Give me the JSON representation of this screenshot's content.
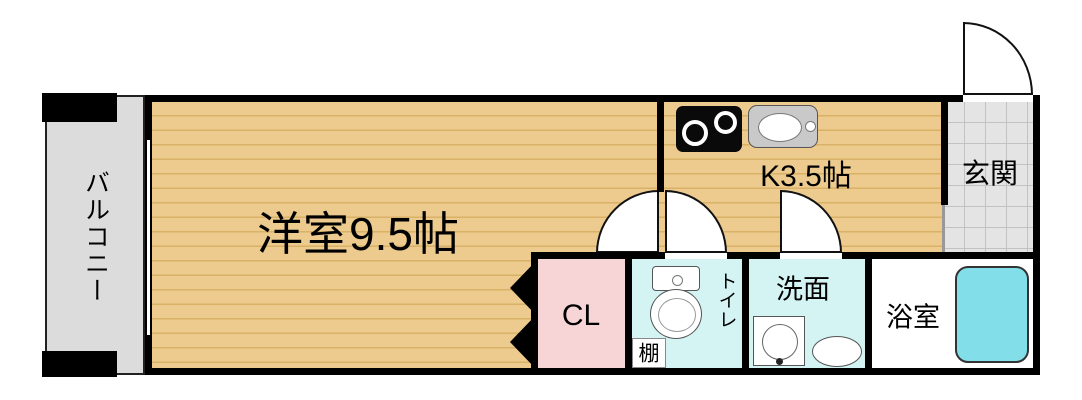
{
  "floor_plan": {
    "balcony": "バルコニー",
    "main_room": "洋室9.5帖",
    "kitchen": "K3.5帖",
    "entrance": "玄関",
    "closet": "CL",
    "toilet": "トイレ",
    "washroom": "洗面",
    "bathroom": "浴室",
    "shelf": "棚"
  },
  "colors": {
    "flooring": "#EDCB8E",
    "flooring_stripe": "#D9B267",
    "balcony": "#DCDCDC",
    "entrance_tile": "#E4E4E4",
    "closet": "#F7D4D6",
    "wet_room": "#D4F4F4",
    "bathtub": "#82DFE9",
    "wall": "#000000"
  }
}
